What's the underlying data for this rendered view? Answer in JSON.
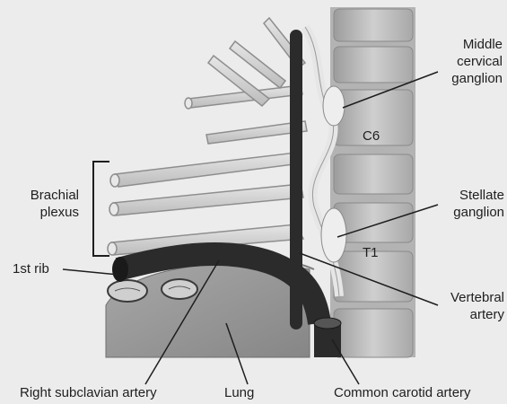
{
  "labels": {
    "middle_cervical_ganglion": [
      "Middle",
      "cervical",
      "ganglion"
    ],
    "brachial_plexus": [
      "Brachial",
      "plexus"
    ],
    "c6": "C6",
    "stellate_ganglion": [
      "Stellate",
      "ganglion"
    ],
    "t1": "T1",
    "first_rib": "1st rib",
    "vertebral_artery": [
      "Vertebral",
      "artery"
    ],
    "right_subclavian_artery": "Right subclavian artery",
    "lung": "Lung",
    "common_carotid_artery": "Common carotid artery"
  },
  "colors": {
    "background": "#ececec",
    "artery": "#2b2b2b",
    "nerve": "#d6d6d6",
    "vertebra": "#bdbdbd",
    "lung": "#9a9a9a",
    "ganglion": "#e4e4e4",
    "leader_line": "#1e1e1e"
  }
}
